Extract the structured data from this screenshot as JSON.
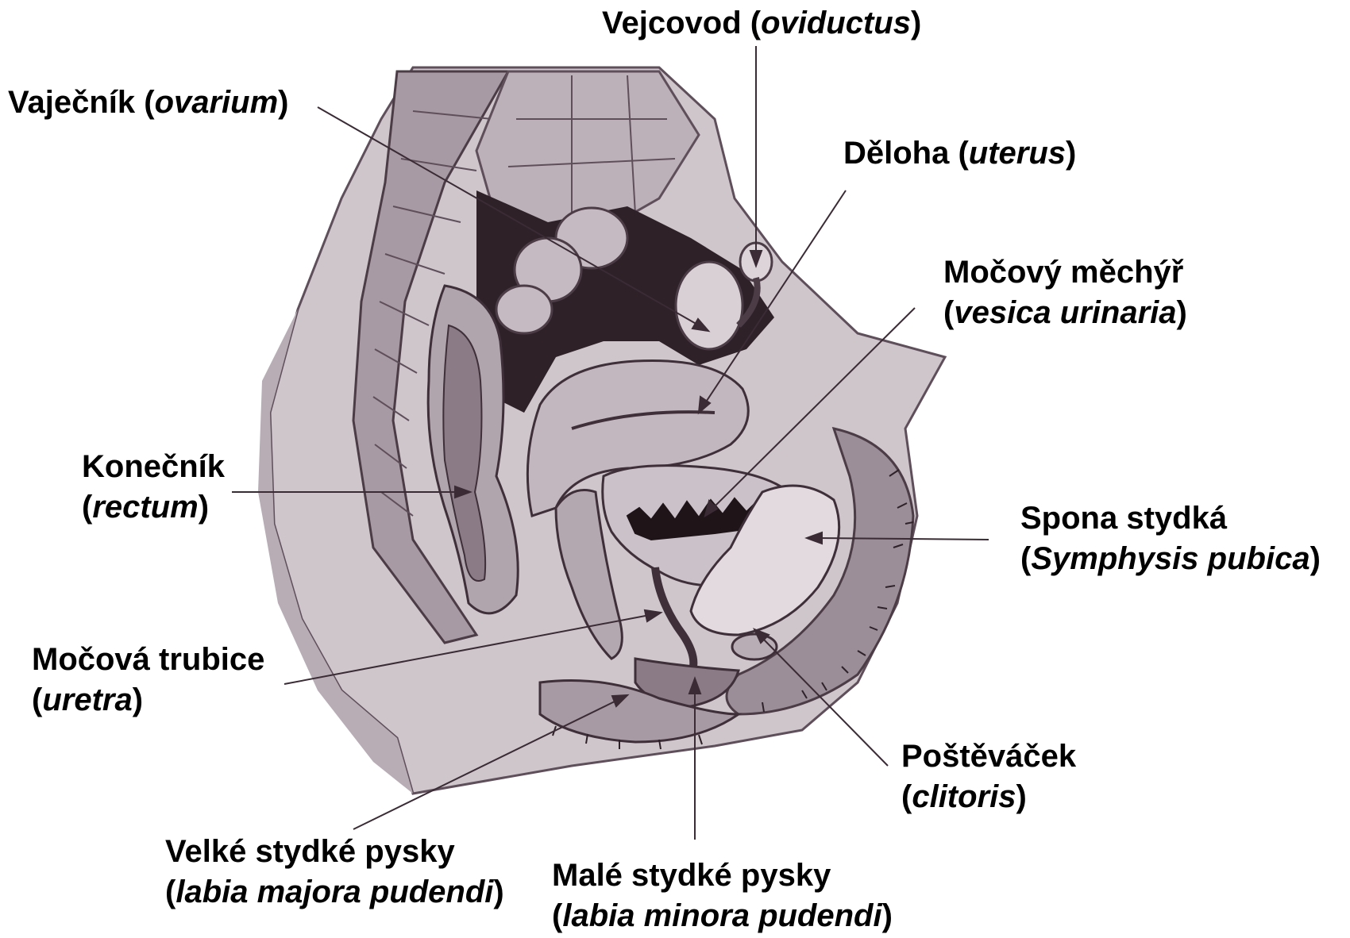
{
  "labels": {
    "oviduct": {
      "name": "Vejcovod",
      "latin": "oviductus"
    },
    "ovary": {
      "name": "Vaječník",
      "latin": "ovarium"
    },
    "uterus": {
      "name": "Děloha",
      "latin": "uterus"
    },
    "bladder": {
      "name": "Močový měchýř",
      "latin": "vesica urinaria"
    },
    "rectum": {
      "name": "Konečník",
      "latin": "rectum"
    },
    "symphysis": {
      "name": "Spona stydká",
      "latin": "Symphysis pubica"
    },
    "urethra": {
      "name": "Močová trubice",
      "latin": "uretra"
    },
    "clitoris": {
      "name": "Poštěváček",
      "latin": "clitoris"
    },
    "labia_majora": {
      "name": "Velké stydké pysky",
      "latin": "labia majora pudendi"
    },
    "labia_minora": {
      "name": "Malé stydké pysky",
      "latin": "labia minora pudendi"
    }
  },
  "colors": {
    "tissue_light": "#cfc6cc",
    "tissue_mid": "#a89aa4",
    "tissue_dark": "#5f4f5b",
    "cavity": "#2e2128",
    "leader_line": "#3a2b34",
    "text": "#000000"
  }
}
